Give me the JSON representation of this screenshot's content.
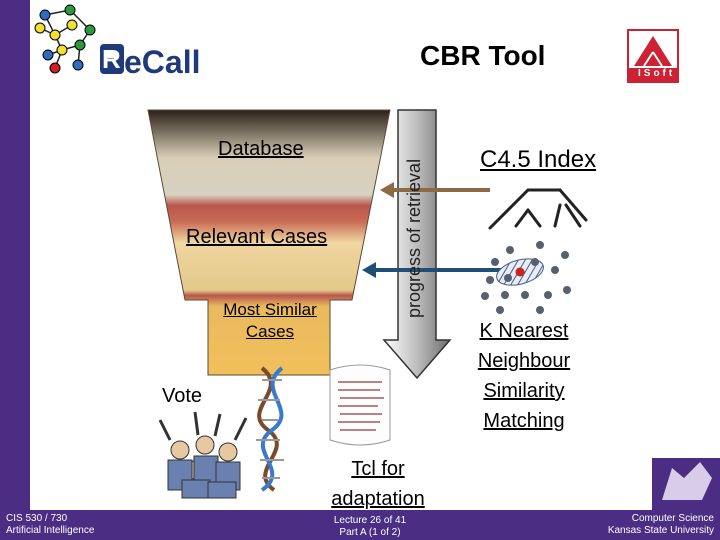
{
  "title": "CBR Tool",
  "logo": {
    "text": "ReCall",
    "brand_color": "#1f3a7a"
  },
  "isoft_logo": {
    "text": "ISoft"
  },
  "funnel": {
    "database_label": "Database",
    "relevant_label": "Relevant Cases",
    "most_similar_label": "Most Similar Cases"
  },
  "arrow_label": "progress of retrieval",
  "c45_label": "C4.5 Index",
  "knn_label": "K Nearest Neighbour Similarity Matching",
  "vote_label": "Vote",
  "tcl_label": "Tcl for adaptation",
  "footer": {
    "left_line1": "CIS 530 / 730",
    "left_line2": "Artificial Intelligence",
    "center_line1": "Lecture 26 of 41",
    "center_line2": "Part A (1 of 2)",
    "right_line1": "Computer Science",
    "right_line2": "Kansas State University"
  },
  "colors": {
    "accent_purple": "#4b2e83",
    "funnel_top": "#2a2018",
    "funnel_band": "#b8564c",
    "funnel_bottom": "#f2c05a",
    "arrow_brown": "#8b6a44",
    "arrow_blue": "#1f4e79"
  },
  "icons": [
    "dna-icon",
    "crowd-voting-icon",
    "code-document-icon",
    "decision-tree-icon",
    "kstate-wildcat-icon"
  ]
}
